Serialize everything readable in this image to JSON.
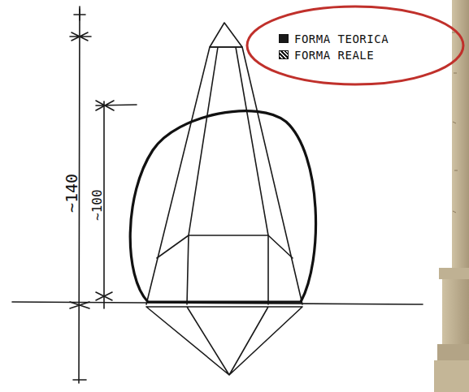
{
  "diagram": {
    "labels": [
      "~140",
      "~100"
    ],
    "legend": [
      {
        "text": "FORMA TEORICA",
        "color": "#1a1a1a"
      },
      {
        "text": "FORMA REALE"
      }
    ]
  }
}
